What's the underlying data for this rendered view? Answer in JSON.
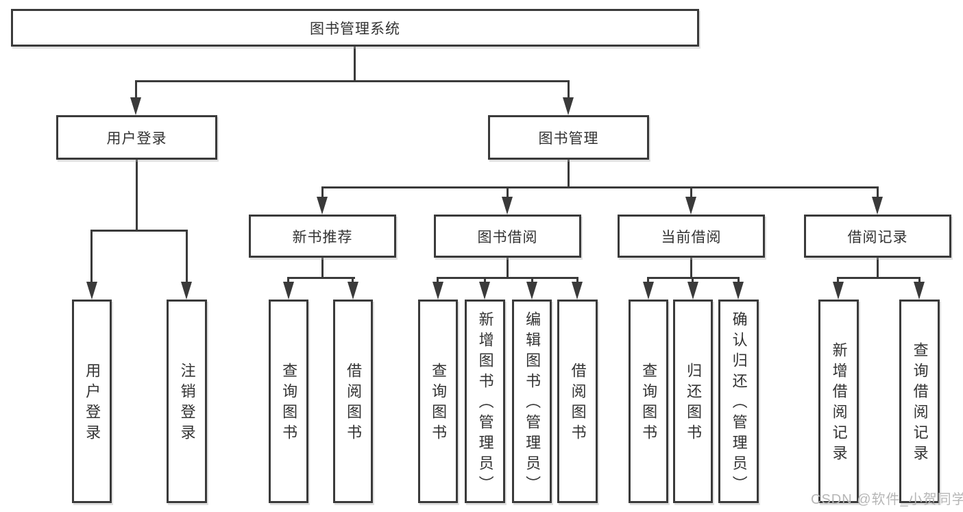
{
  "diagram_type": "hierarchy-tree",
  "nodes": {
    "root": "图书管理系统",
    "user_login": "用户登录",
    "book_mgmt": "图书管理",
    "new_book_rec": "新书推荐",
    "book_borrow": "图书借阅",
    "current_borrow": "当前借阅",
    "borrow_record": "借阅记录",
    "ul_login": "用户登录",
    "ul_logout": "注销登录",
    "nb_query": "查询图书",
    "nb_borrow": "借阅图书",
    "bb_query": "查询图书",
    "bb_add": "新增图书（管理员）",
    "bb_edit": "编辑图书（管理员）",
    "bb_borrow": "借阅图书",
    "cb_query": "查询图书",
    "cb_return": "归还图书",
    "cb_confirm": "确认归还（管理员）",
    "br_add": "新增借阅记录",
    "br_query": "查询借阅记录"
  },
  "watermark": "CSDN @软件_小贺同学",
  "colors": {
    "line": "#3a3a3a",
    "box_border": "#3a3a3a",
    "text": "#333333",
    "watermark": "#b6b6b6",
    "background": "#ffffff"
  }
}
